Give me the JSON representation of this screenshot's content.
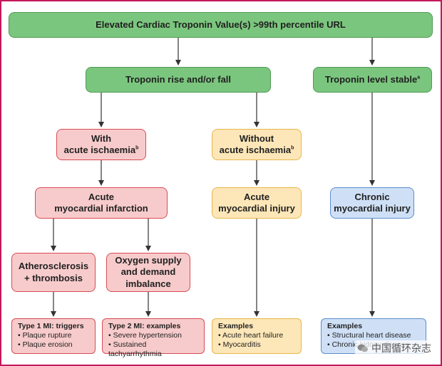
{
  "title": "Elevated Cardiac Troponin Value(s) >99th percentile URL",
  "branches": {
    "rise_fall": "Troponin rise and/or fall",
    "stable": "Troponin level stable",
    "stable_sup": "a"
  },
  "ischaemia": {
    "with_line1": "With",
    "with_line2": "acute ischaemia",
    "with_sup": "b",
    "without_line1": "Without",
    "without_line2": "acute ischaemia",
    "without_sup": "b"
  },
  "diagnoses": {
    "ami_line1": "Acute",
    "ami_line2": "myocardial infarction",
    "ainj_line1": "Acute",
    "ainj_line2": "myocardial injury",
    "cinj_line1": "Chronic",
    "cinj_line2": "myocardial injury"
  },
  "mechanisms": {
    "athero_line1": "Atherosclerosis",
    "athero_line2": "+ thrombosis",
    "oxygen_line1": "Oxygen supply",
    "oxygen_line2": "and demand",
    "oxygen_line3": "imbalance"
  },
  "examples": {
    "type1": {
      "header": "Type 1 MI: triggers",
      "items": [
        "Plaque rupture",
        "Plaque erosion"
      ]
    },
    "type2": {
      "header": "Type 2 MI: examples",
      "items": [
        "Severe hypertension",
        "Sustained tachyarrhythmia"
      ]
    },
    "acute": {
      "header": "Examples",
      "items": [
        "Acute heart failure",
        "Myocarditis"
      ]
    },
    "chronic": {
      "header": "Examples",
      "items": [
        "Structural heart disease",
        "Chronic kidney disease"
      ]
    }
  },
  "watermark": "中国循环杂志",
  "colors": {
    "green": "#7bc67e",
    "red": "#f7cbcb",
    "yellow": "#fde7b8",
    "blue": "#cfe0f6",
    "frame": "#c2185b"
  }
}
